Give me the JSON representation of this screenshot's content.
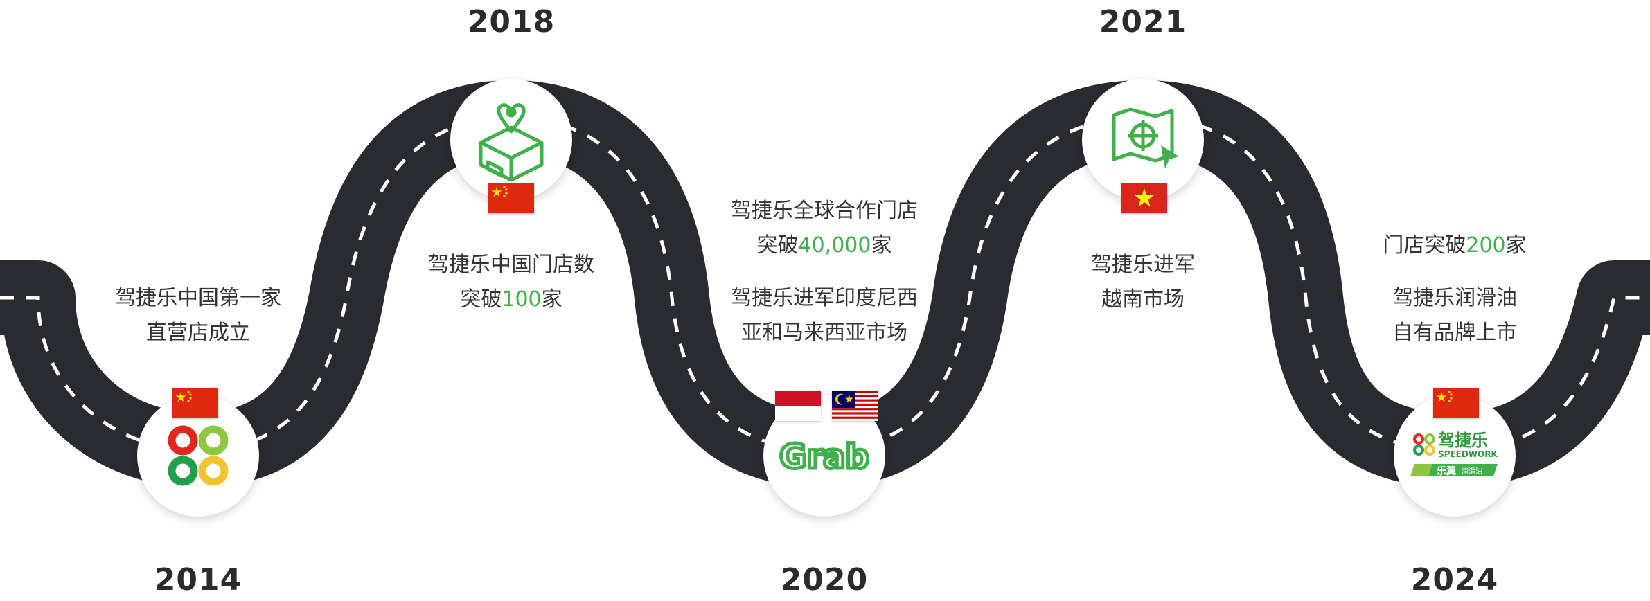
{
  "milestones": [
    {
      "year": "2014",
      "line1": "驾捷乐中国第一家",
      "line2": "直营店成立"
    },
    {
      "year": "2018",
      "line1": "驾捷乐中国门店数",
      "line2_pre": "突破",
      "line2_hl": "100",
      "line2_post": "家"
    },
    {
      "year": "2020",
      "a_line1": "驾捷乐全球合作门店",
      "a_line2_pre": "突破",
      "a_line2_hl": "40,000",
      "a_line2_post": "家",
      "b_line1": "驾捷乐进军印度尼西",
      "b_line2": "亚和马来西亚市场",
      "logo": "Grab"
    },
    {
      "year": "2021",
      "line1": "驾捷乐进军",
      "line2": "越南市场"
    },
    {
      "year": "2024",
      "a_line1_pre": "门店突破",
      "a_line1_hl": "200",
      "a_line1_post": "家",
      "b_line1": "驾捷乐润滑油",
      "b_line2": "自有品牌上市",
      "logo_cn": "驾捷乐",
      "logo_en": "SPEEDWORK",
      "logo_sub": "乐翼",
      "logo_sub2": "润滑油"
    }
  ],
  "icons": {
    "node_2014": "four-rings-logo-icon",
    "node_2018": "store-location-box-icon",
    "node_2020": "grab-logo-icon",
    "node_2021": "map-target-cursor-icon",
    "node_2024": "speedwork-logo-icon"
  },
  "flags": [
    "china-flag-icon",
    "china-flag-icon",
    "indonesia-flag-icon",
    "malaysia-flag-icon",
    "vietnam-flag-icon",
    "china-flag-icon"
  ],
  "colors": {
    "road": "#2a2b30",
    "accent_green": "#3fb04a",
    "red": "#e0281e",
    "yellow": "#f2c530",
    "lime": "#8dc63f"
  }
}
